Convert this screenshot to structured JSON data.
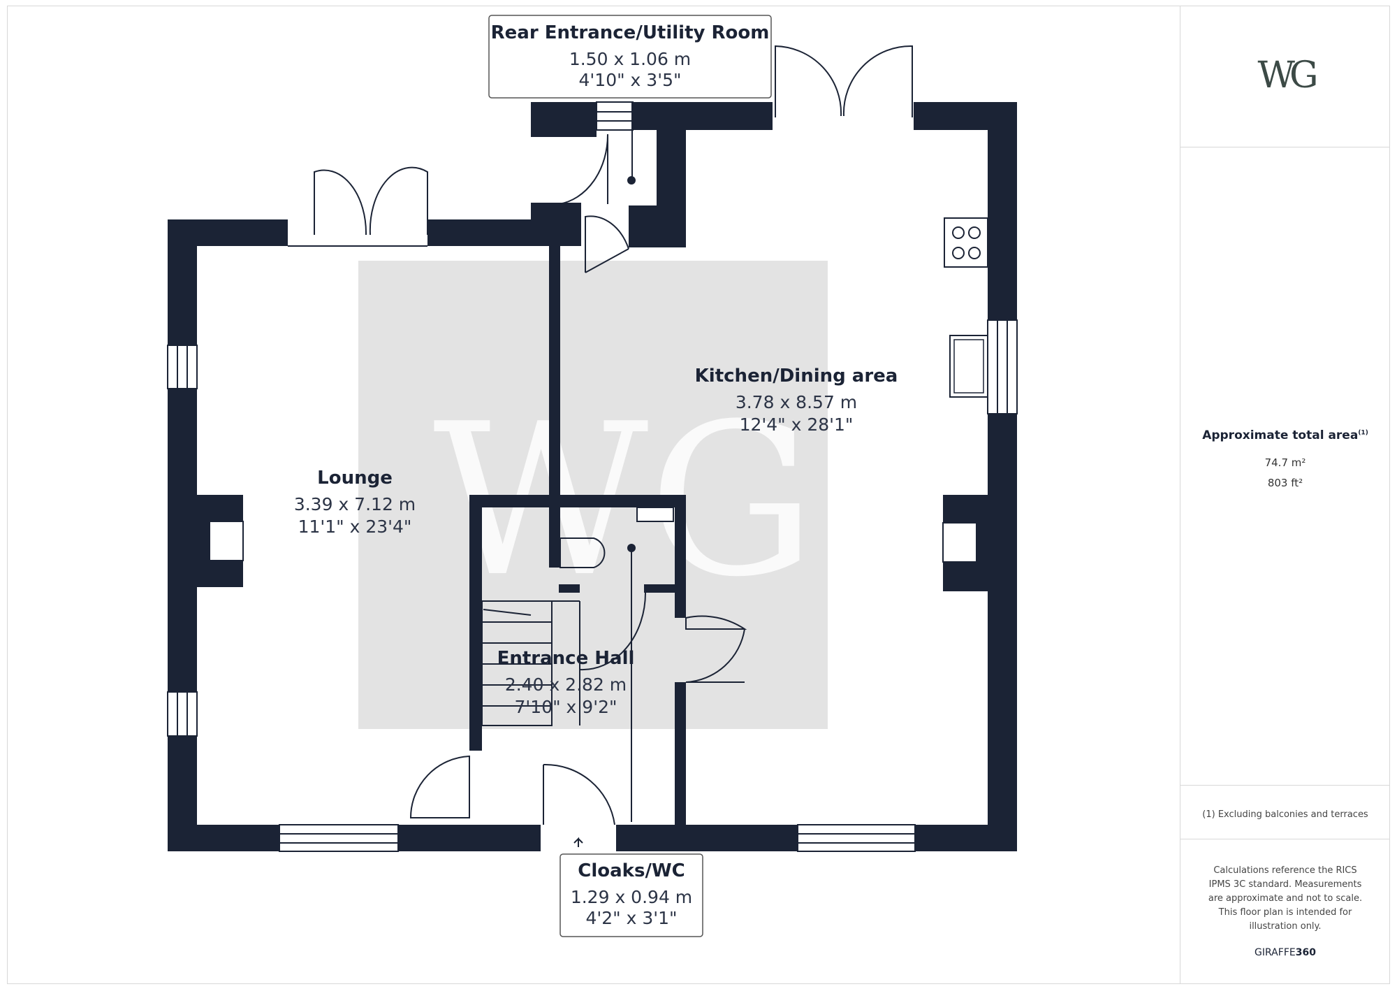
{
  "rooms": {
    "rear_entrance": {
      "name": "Rear Entrance/Utility Room",
      "metric": "1.50 x 1.06 m",
      "imperial": "4'10\" x 3'5\""
    },
    "kitchen": {
      "name": "Kitchen/Dining area",
      "metric": "3.78 x 8.57 m",
      "imperial": "12'4\" x 28'1\""
    },
    "lounge": {
      "name": "Lounge",
      "metric": "3.39 x 7.12 m",
      "imperial": "11'1\" x 23'4\""
    },
    "entrance_hall": {
      "name": "Entrance Hall",
      "metric": "2.40 x 2.82 m",
      "imperial": "7'10\" x 9'2\""
    },
    "cloaks": {
      "name": "Cloaks/WC",
      "metric": "1.29 x 0.94 m",
      "imperial": "4'2\" x 3'1\""
    }
  },
  "sidebar": {
    "logo_text": "WG",
    "area_title": "Approximate total area",
    "area_note_marker": "(1)",
    "area_m2": "74.7 m²",
    "area_ft2": "803 ft²",
    "footnote": "(1) Excluding balconies and terraces",
    "calc_note": "Calculations reference the RICS IPMS 3C standard. Measurements are approximate and not to scale. This floor plan is intended for illustration only.",
    "brand_prefix": "GIRAFFE",
    "brand_suffix": "360"
  },
  "watermark": {
    "text": "WG"
  },
  "colors": {
    "wall": "#1b2335",
    "watermark_bg": "#e3e3e3"
  }
}
